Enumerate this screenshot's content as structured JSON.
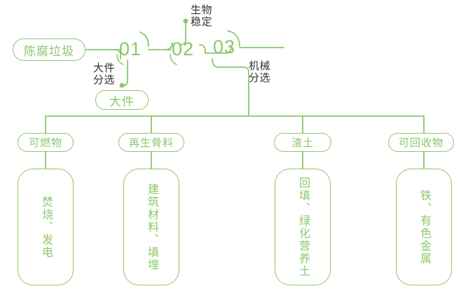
{
  "theme": {
    "line_color": "#8cc76b",
    "green_text": "#8cc76b",
    "dark_text": "#333333",
    "background": "#ffffff"
  },
  "diagram": {
    "type": "process-flow",
    "title": "",
    "source_node": {
      "label": "陈腐垃圾"
    },
    "stages": [
      {
        "number": "01",
        "label": "大件分选",
        "label_lines": [
          "大件",
          "分选"
        ],
        "label_position": "below-left",
        "output": "大件"
      },
      {
        "number": "02",
        "label": "生物稳定",
        "label_lines": [
          "生物",
          "稳定"
        ],
        "label_position": "above-right",
        "output": ""
      },
      {
        "number": "03",
        "label": "机械分选",
        "label_lines": [
          "机械",
          "分选"
        ],
        "label_position": "below-right",
        "output": ""
      }
    ],
    "side_output": {
      "label": "大件"
    },
    "branches": [
      {
        "pill": "可燃物",
        "box_text": "焚烧、发电"
      },
      {
        "pill": "再生骨料",
        "box_text": "建筑材料、填埋"
      },
      {
        "pill": "渣土",
        "box_text": "回填、绿化营养土"
      },
      {
        "pill": "可回收物",
        "box_text": "铁、有色金属"
      }
    ]
  }
}
